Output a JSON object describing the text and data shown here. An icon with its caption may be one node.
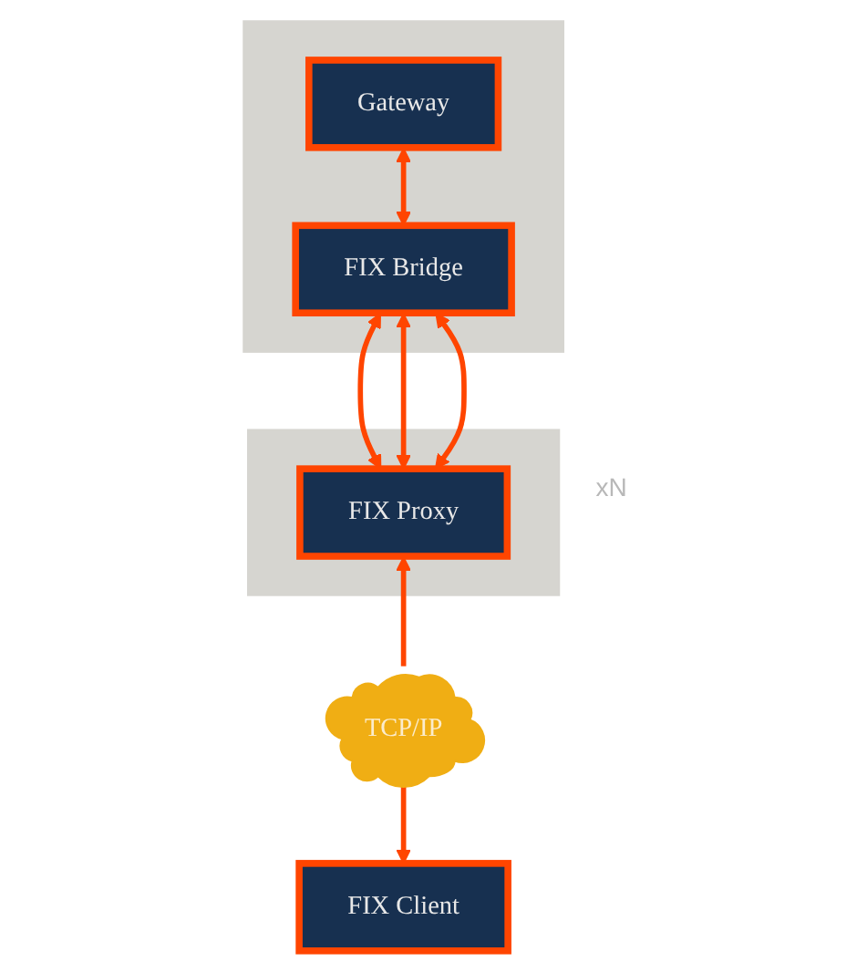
{
  "diagram": {
    "nodes": [
      {
        "text": [],
        "shape": "box"
      },
      {
        "text": [
          "Gateway"
        ],
        "in": 0
      },
      {
        "text": [
          "FIX Bridge"
        ],
        "in": 0
      },
      {
        "text": [],
        "shape": "box"
      },
      {
        "text": [
          "FIX Proxy"
        ],
        "in": 3
      },
      {
        "text": [
          "TCP/IP"
        ]
      },
      {
        "text": [
          "FIX Client"
        ]
      }
    ],
    "edges": [
      {
        "from": 1,
        "to": 2,
        "arrow": "both"
      },
      {
        "from": 2,
        "to": 4,
        "arrow": "both"
      },
      {
        "from": 2,
        "to": 4,
        "arrow": "both"
      },
      {
        "from": 2,
        "to": 4,
        "arrow": "both"
      },
      {
        "from": 5,
        "to": 4,
        "arrow": "to"
      },
      {
        "from": 5,
        "to": 6,
        "arrow": "to"
      }
    ],
    "labels": [
      "xN"
    ]
  }
}
